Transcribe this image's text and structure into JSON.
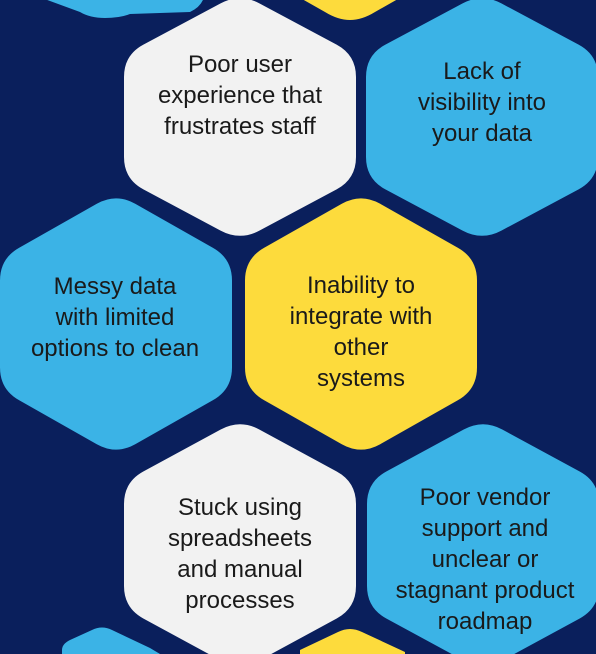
{
  "colors": {
    "background": "#0a1f5c",
    "white_hex": "#f2f2f2",
    "blue_hex": "#3bb3e6",
    "yellow_hex": "#fddb3c"
  },
  "hexagons": [
    {
      "id": "hex-poor-ux",
      "color": "white",
      "text": "Poor user\nexperience that\nfrustrates staff"
    },
    {
      "id": "hex-lack-visibility",
      "color": "blue",
      "text": "Lack of\nvisibility into\nyour data"
    },
    {
      "id": "hex-messy-data",
      "color": "blue",
      "text": "Messy data\nwith limited\noptions to clean"
    },
    {
      "id": "hex-inability-integrate",
      "color": "yellow",
      "text": "Inability to\nintegrate with\nother\nsystems"
    },
    {
      "id": "hex-stuck-spreadsheets",
      "color": "white",
      "text": "Stuck using\nspreadsheets\nand manual\nprocesses"
    },
    {
      "id": "hex-poor-vendor",
      "color": "blue",
      "text": "Poor vendor\nsupport and\nunclear or\nstagnant product\nroadmap"
    }
  ]
}
